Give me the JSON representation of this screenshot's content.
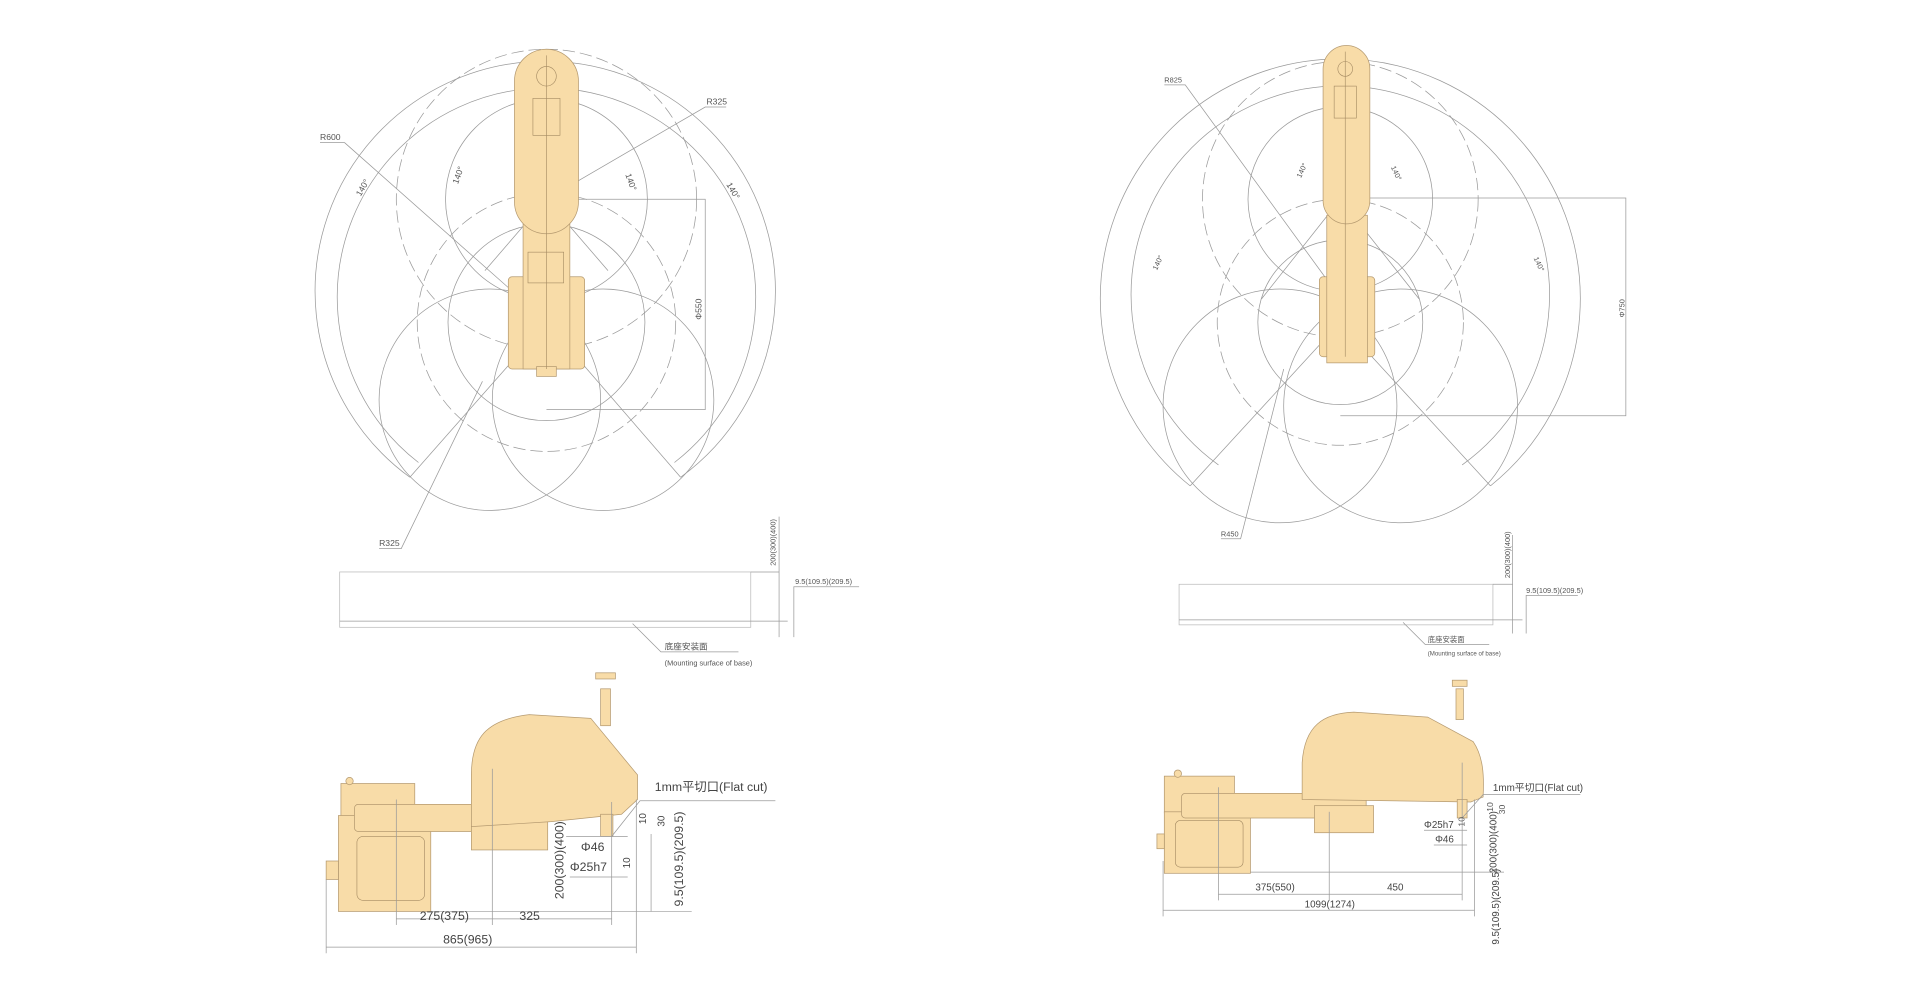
{
  "colors": {
    "robot_fill": "#f8dca8",
    "line": "#9a9a9a"
  },
  "left_model": {
    "top_view": {
      "radius_outer": "R600",
      "radius_arm2": "R325",
      "radius_inner": "R325",
      "angles": [
        "140°",
        "140°",
        "140°",
        "140°"
      ],
      "diameter": "Φ550"
    },
    "base_view": {
      "height_dim": "200(300)(400)",
      "offset_dim": "9.5(109.5)(209.5)",
      "mounting_cn": "底座安装面",
      "mounting_en": "(Mounting surface of base)"
    },
    "side_view": {
      "flat_cut": "1mm平切口(Flat cut)",
      "dim_10a": "10",
      "dim_30": "30",
      "dia_46": "Φ46",
      "dia_25h7": "Φ25h7",
      "dim_10b": "10",
      "stroke_dim": "200(300)(400)",
      "offset_dim": "9.5(109.5)(209.5)",
      "arm1_len": "275(375)",
      "arm2_len": "325",
      "total_len": "865(965)"
    }
  },
  "right_model": {
    "top_view": {
      "radius_outer": "R825",
      "radius_inner": "R450",
      "angles": [
        "140°",
        "140°",
        "140°",
        "140°"
      ],
      "diameter": "Φ750"
    },
    "base_view": {
      "height_dim": "200(300)(400)",
      "offset_dim": "9.5(109.5)(209.5)",
      "mounting_cn": "底座安装面",
      "mounting_en": "(Mounting surface of base)"
    },
    "side_view": {
      "flat_cut": "1mm平切口(Flat cut)",
      "dim_10a": "10",
      "dim_30": "30",
      "dia_25h7": "Φ25h7",
      "dia_46": "Φ46",
      "dim_10b": "10",
      "stroke_dim": "200(300)(400)",
      "offset_dim": "9.5(109.5)(209.5)",
      "arm1_len": "375(550)",
      "arm2_len": "450",
      "total_len": "1099(1274)"
    }
  }
}
